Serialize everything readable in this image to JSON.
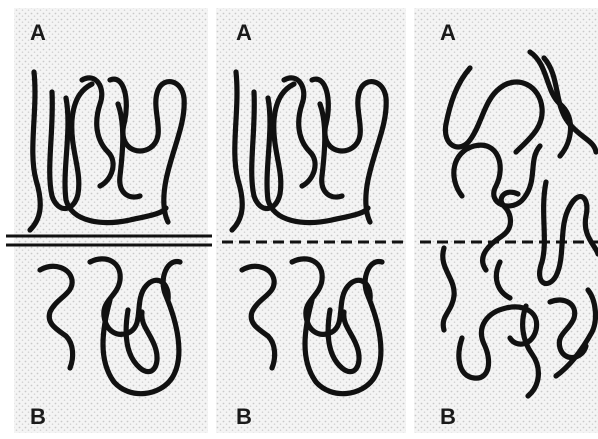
{
  "panels": [
    {
      "top_label": "A",
      "bottom_label": "B",
      "interface": "solid"
    },
    {
      "top_label": "A",
      "bottom_label": "B",
      "interface": "dashed"
    },
    {
      "top_label": "A",
      "bottom_label": "B",
      "interface": "dashed"
    }
  ],
  "colors": {
    "ink": "#111111",
    "background": "#ffffff",
    "texture": "#c9c9c9"
  }
}
